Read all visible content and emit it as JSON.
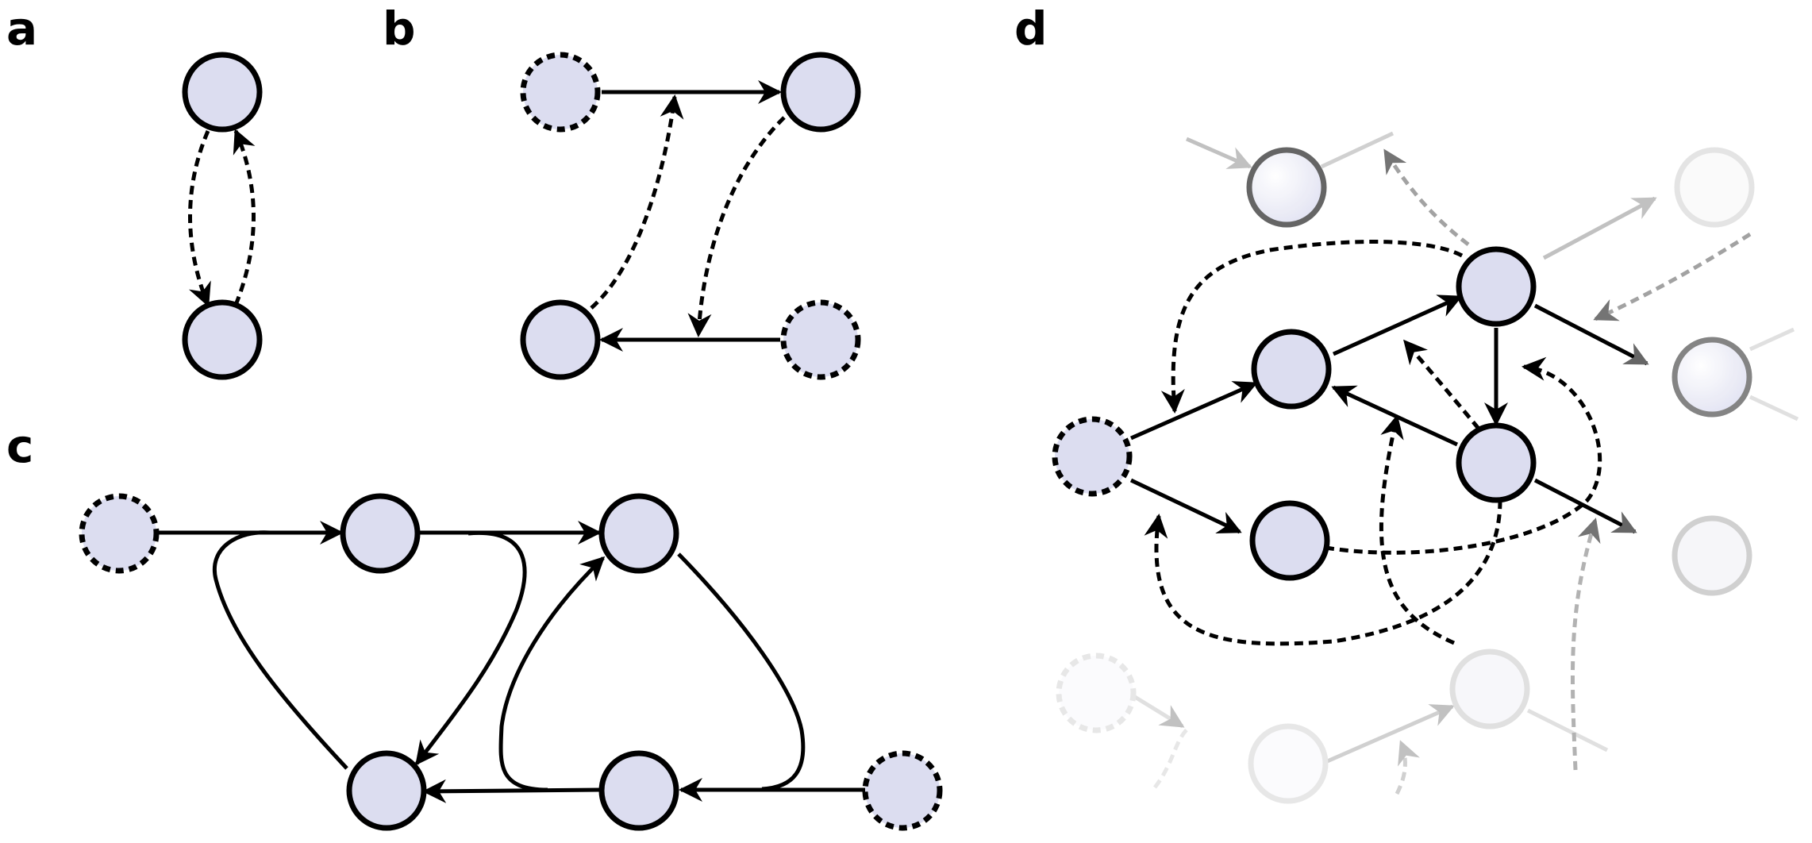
{
  "panels": {
    "a": {
      "label": "a"
    },
    "b": {
      "label": "b"
    },
    "c": {
      "label": "c"
    },
    "d": {
      "label": "d"
    }
  },
  "colors": {
    "node_fill": "#dcddf0",
    "stroke": "#000000",
    "background": "#ffffff"
  }
}
